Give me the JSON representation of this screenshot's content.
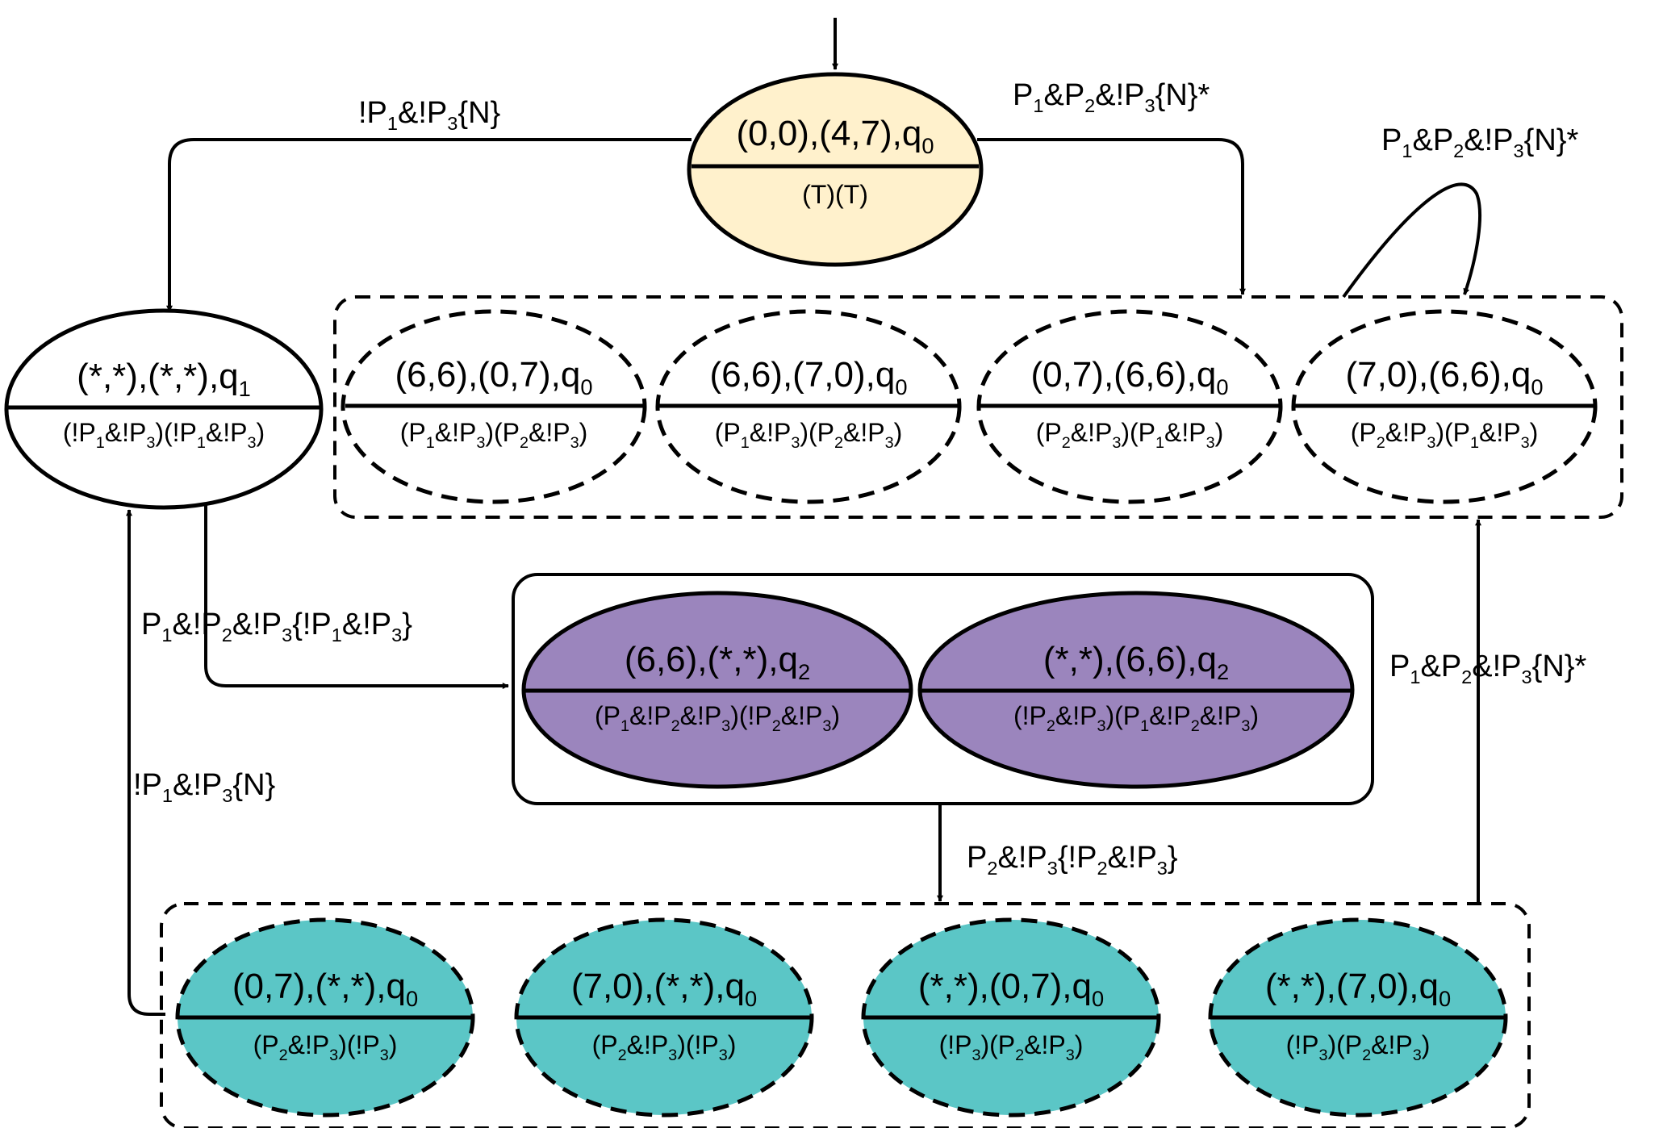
{
  "colors": {
    "initial_fill": "#fff1cc",
    "purple_fill": "#9b85bd",
    "teal_fill": "#5bc6c6",
    "stroke": "#000000"
  },
  "states": {
    "initial": {
      "top": [
        "(0,0),(4,7),q",
        "0",
        ""
      ],
      "bottom": [
        "(T)(T)"
      ]
    },
    "star": {
      "top": [
        "(*,*),(*,*),q",
        "1",
        ""
      ],
      "bottom": [
        "(!P",
        "1",
        "&!P",
        "3",
        ")(!P",
        "1",
        "&!P",
        "3",
        ")"
      ]
    },
    "group_a": [
      {
        "top": [
          "(6,6),(0,7),q",
          "0",
          ""
        ],
        "bottom": [
          "(P",
          "1",
          "&!P",
          "3",
          ")(P",
          "2",
          "&!P",
          "3",
          ")"
        ]
      },
      {
        "top": [
          "(6,6),(7,0),q",
          "0",
          ""
        ],
        "bottom": [
          "(P",
          "1",
          "&!P",
          "3",
          ")(P",
          "2",
          "&!P",
          "3",
          ")"
        ]
      },
      {
        "top": [
          "(0,7),(6,6),q",
          "0",
          ""
        ],
        "bottom": [
          "(P",
          "2",
          "&!P",
          "3",
          ")(P",
          "1",
          "&!P",
          "3",
          ")"
        ]
      },
      {
        "top": [
          "(7,0),(6,6),q",
          "0",
          ""
        ],
        "bottom": [
          "(P",
          "2",
          "&!P",
          "3",
          ")(P",
          "1",
          "&!P",
          "3",
          ")"
        ]
      }
    ],
    "group_b": [
      {
        "top": [
          "(6,6),(*,*),q",
          "2",
          ""
        ],
        "bottom": [
          "(P",
          "1",
          "&!P",
          "2",
          "&!P",
          "3",
          ")(!P",
          "2",
          "&!P",
          "3",
          ")"
        ]
      },
      {
        "top": [
          "(*,*),(6,6),q",
          "2",
          ""
        ],
        "bottom": [
          "(!P",
          "2",
          "&!P",
          "3",
          ")(P",
          "1",
          "&!P",
          "2",
          "&!P",
          "3",
          ")"
        ]
      }
    ],
    "group_c": [
      {
        "top": [
          "(0,7),(*,*),q",
          "0",
          ""
        ],
        "bottom": [
          "(P",
          "2",
          "&!P",
          "3",
          ")(!P",
          "3",
          ")"
        ]
      },
      {
        "top": [
          "(7,0),(*,*),q",
          "0",
          ""
        ],
        "bottom": [
          "(P",
          "2",
          "&!P",
          "3",
          ")(!P",
          "3",
          ")"
        ]
      },
      {
        "top": [
          "(*,*),(0,7),q",
          "0",
          ""
        ],
        "bottom": [
          "(!P",
          "3",
          ")(P",
          "2",
          "&!P",
          "3",
          ")"
        ]
      },
      {
        "top": [
          "(*,*),(7,0),q",
          "0",
          ""
        ],
        "bottom": [
          "(!P",
          "3",
          ")(P",
          "2",
          "&!P",
          "3",
          ")"
        ]
      }
    ]
  },
  "edges": {
    "initial_to_star": [
      "!P",
      "1",
      "&!P",
      "3",
      "{N}"
    ],
    "initial_to_group_a": [
      "P",
      "1",
      "&P",
      "2",
      "&!P",
      "3",
      "{N}*"
    ],
    "group_a_self_loop": [
      "P",
      "1",
      "&P",
      "2",
      "&!P",
      "3",
      "{N}*"
    ],
    "star_to_group_b": [
      "P",
      "1",
      "&!P",
      "2",
      "&!P",
      "3",
      "{!P",
      "1",
      "&!P",
      "3",
      "}"
    ],
    "group_c_to_star": [
      "!P",
      "1",
      "&!P",
      "3",
      "{N}"
    ],
    "group_b_to_group_c": [
      "P",
      "2",
      "&!P",
      "3",
      "{!P",
      "2",
      "&!P",
      "3",
      "}"
    ],
    "group_c_to_group_a": [
      "P",
      "1",
      "&P",
      "2",
      "&!P",
      "3",
      "{N}*"
    ]
  }
}
